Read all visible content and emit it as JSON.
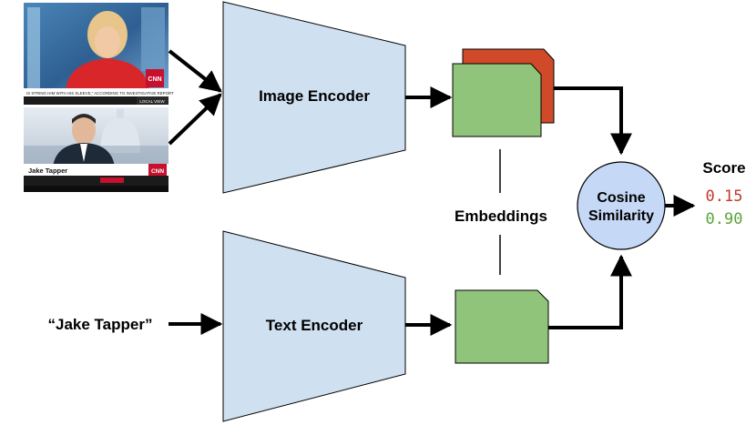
{
  "image_encoder": {
    "label": "Image Encoder"
  },
  "text_encoder": {
    "label": "Text Encoder"
  },
  "embeddings": {
    "label": "Embeddings"
  },
  "cosine": {
    "line1": "Cosine",
    "line2": "Similarity"
  },
  "score": {
    "title": "Score",
    "values": [
      {
        "text": "0.15",
        "color": "#c0392b"
      },
      {
        "text": "0.90",
        "color": "#5aa33a"
      }
    ]
  },
  "input_text": "“Jake Tapper”",
  "frames": [
    {
      "logo": "CNN",
      "ticker": "IS STRING HIM WITH HIS SLEEVE,\" ACCORDING TO INVESTIGATIVE REPORT",
      "badge": "LOCAL VIEW"
    },
    {
      "logo": "CNN",
      "caption": "Jake Tapper"
    }
  ],
  "colors": {
    "encoder_fill": "#cfe0f0",
    "embedding_green": "#8fc47a",
    "embedding_red": "#d04a2a",
    "cosine_fill": "#c5d8f5"
  }
}
